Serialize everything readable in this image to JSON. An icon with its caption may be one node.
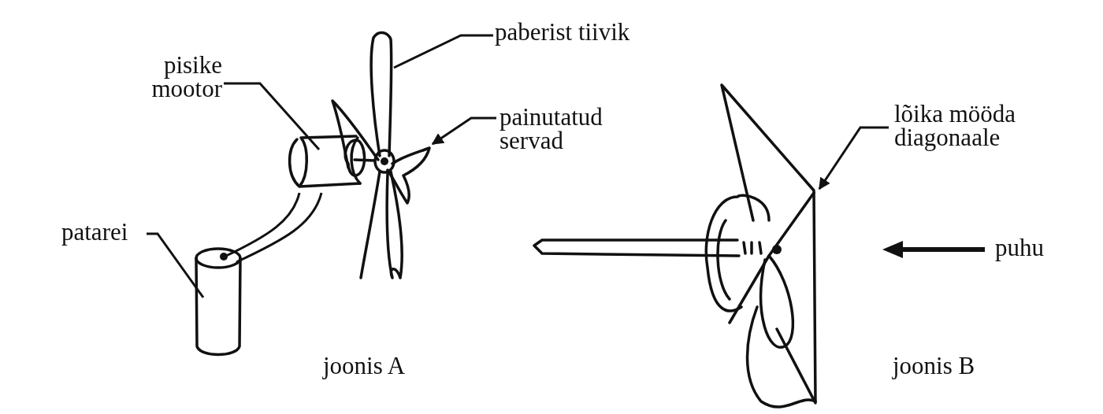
{
  "diagram": {
    "nodes": [
      {
        "text": [
          "pisike mootor"
        ]
      },
      {
        "text": [],
        "shape": "picture"
      },
      {
        "text": [
          "paberist tiivik"
        ]
      },
      {
        "text": [],
        "shape": "picture"
      },
      {
        "text": [
          "painutatud servad"
        ]
      },
      {
        "text": [
          "patarei"
        ]
      },
      {
        "text": [],
        "shape": "picture"
      },
      {
        "text": [],
        "shape": "picture"
      },
      {
        "text": [
          "lõika mööda diagonaale"
        ]
      }
    ],
    "edges": [
      {
        "from": 0,
        "to": 1,
        "arrow": "none"
      },
      {
        "from": 2,
        "to": 3,
        "arrow": "none"
      },
      {
        "from": 4,
        "to": 3,
        "arrow": "to"
      },
      {
        "from": 5,
        "to": 6,
        "arrow": "none"
      },
      {
        "from": 8,
        "to": 7,
        "arrow": "to"
      },
      {
        "from": 6,
        "to": 1,
        "arrow": "none"
      }
    ],
    "labels": [
      "puhu",
      "joonis A",
      "joonis B"
    ]
  }
}
